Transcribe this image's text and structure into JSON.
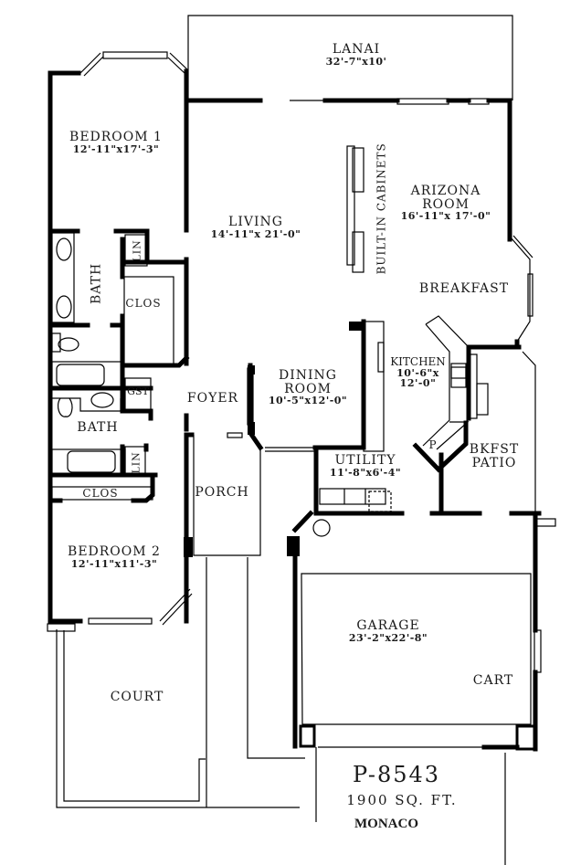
{
  "plan": {
    "code": "P-8543",
    "square_feet": "1900 SQ. FT.",
    "model_name": "MONACO"
  },
  "rooms": {
    "lanai": {
      "name": "LANAI",
      "dims": "32'-7\"x10'"
    },
    "bedroom1": {
      "name": "BEDROOM 1",
      "dims": "12'-11\"x17'-3\""
    },
    "living": {
      "name": "LIVING",
      "dims": "14'-11\"x 21'-0\""
    },
    "builtin": {
      "name": "BUILT-IN CABINETS"
    },
    "arizona": {
      "name1": "ARIZONA",
      "name2": "ROOM",
      "dims": "16'-11\"x 17'-0\""
    },
    "breakfast": {
      "name": "BREAKFAST"
    },
    "bath1": {
      "name": "BATH"
    },
    "lin1": {
      "name": "LIN"
    },
    "clos1": {
      "name": "CLOS"
    },
    "gst": {
      "name": "GST"
    },
    "foyer": {
      "name": "FOYER"
    },
    "dining": {
      "name1": "DINING",
      "name2": "ROOM",
      "dims": "10'-5\"x12'-0\""
    },
    "kitchen": {
      "name": "KITCHEN",
      "dims1": "10'-6\"x",
      "dims2": "12'-0\""
    },
    "pantry": {
      "name": "P"
    },
    "bath2": {
      "name": "BATH"
    },
    "lin2": {
      "name": "LIN"
    },
    "clos2": {
      "name": "CLOS"
    },
    "utility": {
      "name": "UTILITY",
      "dims": "11'-8\"x6'-4\""
    },
    "bkfst_patio": {
      "name1": "BKFST",
      "name2": "PATIO"
    },
    "porch": {
      "name": "PORCH"
    },
    "bedroom2": {
      "name": "BEDROOM 2",
      "dims": "12'-11\"x11'-3\""
    },
    "garage": {
      "name": "GARAGE",
      "dims": "23'-2\"x22'-8\""
    },
    "cart": {
      "name": "CART"
    },
    "court": {
      "name": "COURT"
    }
  },
  "colors": {
    "wall": "#000000",
    "background": "#ffffff",
    "text": "#1a1a1a"
  }
}
